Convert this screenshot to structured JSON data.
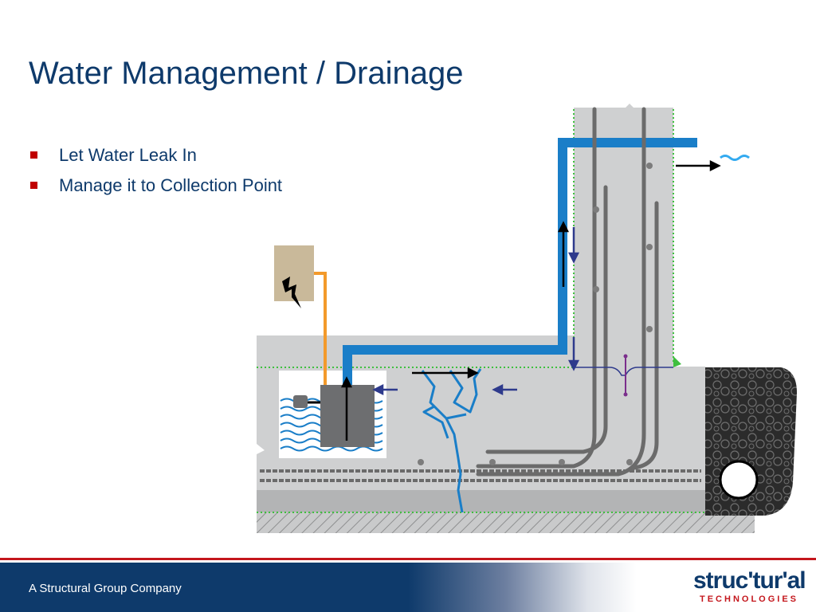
{
  "slide": {
    "title": "Water Management / Drainage",
    "bullets": [
      "Let Water Leak In",
      "Manage it to Collection Point"
    ]
  },
  "diagram": {
    "icons": [
      "power-box-icon",
      "lightning-bolt-icon",
      "water-wave-icon",
      "drain-pipe-icon"
    ],
    "colors": {
      "water": "#1a7ec8",
      "concrete": "#cfd0d1",
      "rebar": "#6b6b6b",
      "wire": "#f39a2b",
      "gravel": "#2e2e2e",
      "arrow_black": "#000000",
      "arrow_blue": "#2e3a8c",
      "membrane_green": "#3fbf3f"
    }
  },
  "footer": {
    "company": "A Structural Group Company",
    "logo_word": "struc'tur'al",
    "logo_sub": "TECHNOLOGIES"
  },
  "colors": {
    "title": "#0e3a6b",
    "bullet_marker": "#c00000",
    "footer_band": "#0e3a6b",
    "footer_line": "#c4161c"
  }
}
